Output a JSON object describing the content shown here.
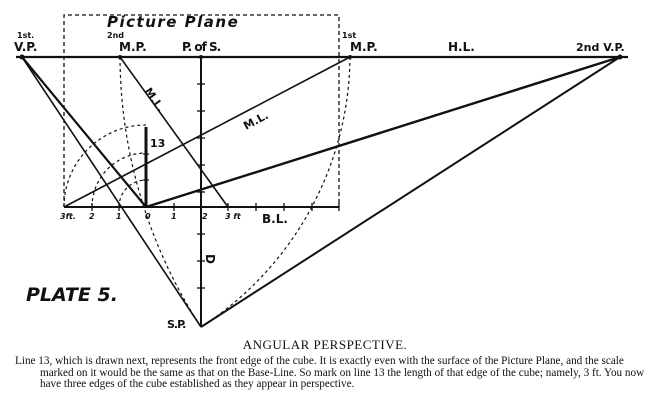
{
  "diagram": {
    "picture_plane_label": "Picture Plane",
    "vp1_prefix": "1st.",
    "vp1": "V.P.",
    "mp2_prefix": "2nd",
    "mp2": "M.P.",
    "pos": "P. of S.",
    "mp1_prefix": "1st",
    "mp1": "M.P.",
    "hl": "H.L.",
    "vp2": "2nd V.P.",
    "ml_left": "M.L.",
    "ml_right": "M.L.",
    "line13": "13",
    "d_label": "D",
    "bl": "B.L.",
    "scale": [
      "3ft.",
      "2",
      "1",
      "0",
      "1",
      "2",
      "3 ft"
    ],
    "sp": "S.P.",
    "plate": "PLATE 5."
  },
  "caption": {
    "title": "ANGULAR PERSPECTIVE.",
    "text": "Line 13, which is drawn next, represents the front edge of the cube. It is exactly even with the surface of the Picture Plane, and the scale marked on it would be the same as that on the Base-Line. So mark on line 13 the length of that edge of the cube; namely, 3 ft. You now have three edges of the cube established as they appear in perspective."
  }
}
